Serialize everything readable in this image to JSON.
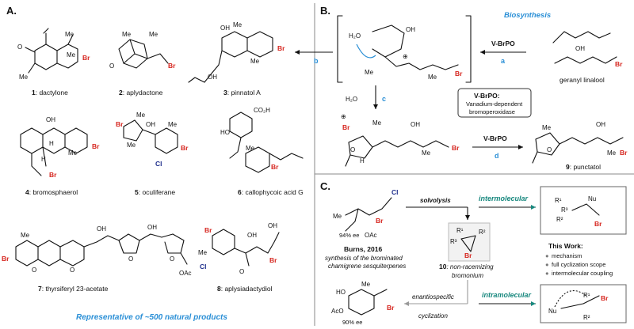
{
  "panel_a": {
    "letter": "A.",
    "compounds": [
      {
        "num": "1",
        "name": ": dactylone"
      },
      {
        "num": "2",
        "name": ": aplydactone"
      },
      {
        "num": "3",
        "name": ": pinnatol A"
      },
      {
        "num": "4",
        "name": ": bromosphaerol"
      },
      {
        "num": "5",
        "name": ": oculiferane"
      },
      {
        "num": "6",
        "name": ": callophycoic acid G"
      },
      {
        "num": "7",
        "name": ": thyrsiferyl 23-acetate"
      },
      {
        "num": "8",
        "name": ": aplysiadactydiol"
      }
    ],
    "footer": "Representative of ~500 natural products"
  },
  "panel_b": {
    "letter": "B.",
    "title": "Biosynthesis",
    "steps": {
      "a": "a",
      "b": "b",
      "c": "c",
      "d": "d"
    },
    "reagent_a": "V-BrPO",
    "reagent_d": "V-BrPO",
    "water": "H₂O",
    "box_title": "V-BrPO:",
    "box_line1": "Vanadium-dependent",
    "box_line2": "bromoperoxidase",
    "start_name": "geranyl linalool",
    "product_num": "9",
    "product_name": ": punctatol"
  },
  "panel_c": {
    "letter": "C.",
    "solvolysis": "solvolysis",
    "intermolecular": "intermolecular",
    "intramolecular": "intramolecular",
    "ee_top": "94% ee",
    "ee_bottom": "90% ee",
    "burns": "Burns, 2016",
    "burns_sub1": "synthesis of the brominated",
    "burns_sub2": "chamigrene sesquiterpenes",
    "bromonium_num": "10",
    "bromonium_l1": ": non-racemizing",
    "bromonium_l2": "bromonium",
    "enantio": "enantiospecific",
    "cyclization": "cyclization",
    "this_work_title": "This Work:",
    "this_work_items": [
      "mechanism",
      "full cyclization scope",
      "intermolecular coupling"
    ]
  },
  "atoms": {
    "Br": "Br",
    "Cl": "Cl",
    "Me": "Me",
    "OH": "OH",
    "HO": "HO",
    "O": "O",
    "H": "H",
    "CO2H": "CO₂H",
    "OAc": "OAc",
    "AcO": "AcO",
    "Nu": "Nu",
    "R1": "R¹",
    "R2": "R²",
    "R3": "R³",
    "plus": "⊕"
  },
  "colors": {
    "bromine": "#d6261f",
    "chlorine": "#1f2f8c",
    "accent_blue": "#2a8fd6",
    "teal": "#18887e"
  }
}
